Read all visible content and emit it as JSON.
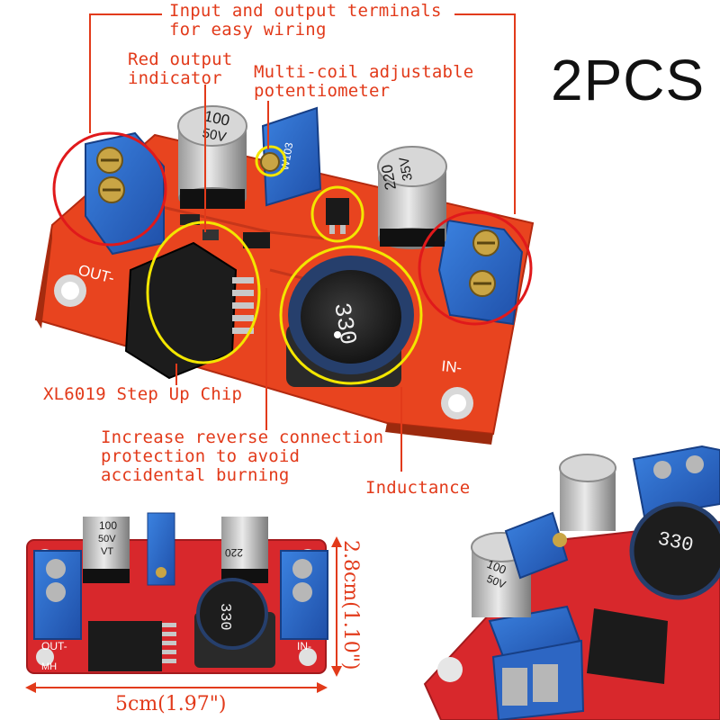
{
  "badge": "2PCS",
  "callouts": {
    "terminals": "Input and output terminals\nfor easy wiring",
    "indicator": "Red output\nindicator",
    "potentiometer": "Multi-coil adjustable\npotentiometer",
    "chip": "XL6019 Step Up Chip",
    "protection": "Increase reverse connection\nprotection to avoid\naccidental burning",
    "inductance": "Inductance"
  },
  "dimensions": {
    "height": "2.8cm(1.10\")",
    "width": "5cm(1.97\")"
  },
  "board_labels": {
    "out": "OUT-",
    "in": "IN-",
    "mh": "MH"
  },
  "components": {
    "cap_100": "100",
    "cap_50v": "50V",
    "cap_vt": "VT",
    "cap_220": "220",
    "cap_35v": "35V",
    "coil": "330",
    "pot": "W103"
  },
  "colors": {
    "callout": "#e23a1a",
    "pcb": "#e8441f",
    "terminal": "#2e6fd1",
    "highlight_red": "#e0191b",
    "highlight_yellow": "#f3e600"
  }
}
